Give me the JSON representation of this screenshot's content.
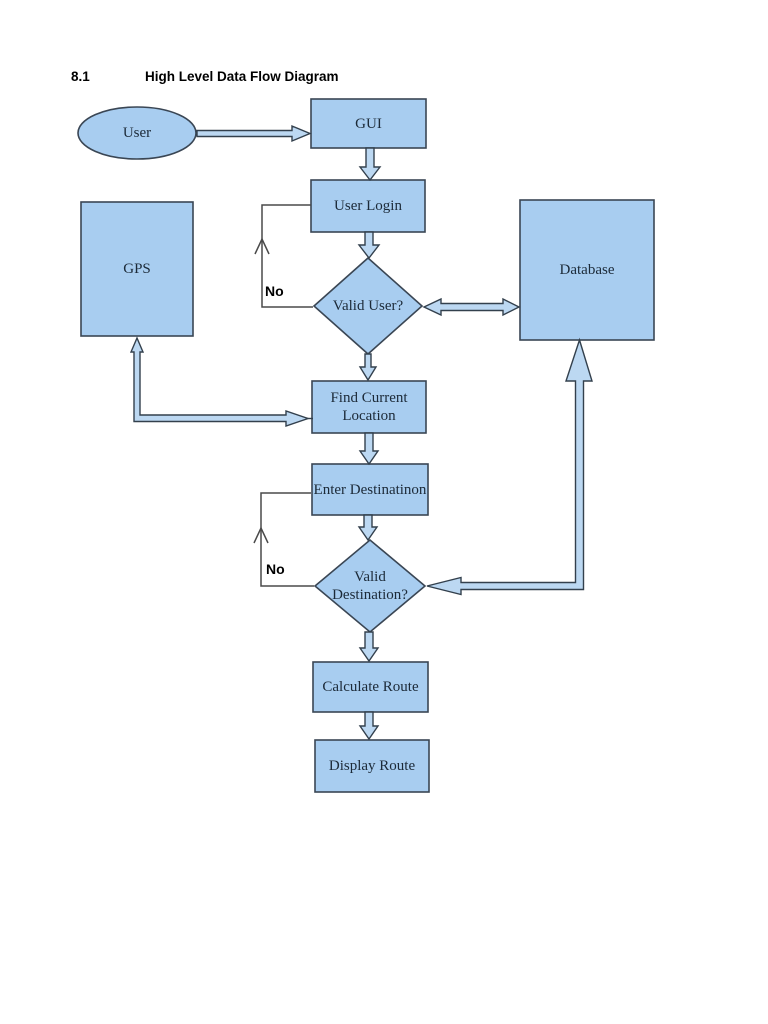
{
  "heading": {
    "number": "8.1",
    "title": "High Level Data Flow Diagram"
  },
  "nodes": {
    "user": "User",
    "gui": "GUI",
    "user_login": "User Login",
    "valid_user": "Valid User?",
    "gps": "GPS",
    "database": "Database",
    "find_current_location": "Find Current Location",
    "enter_destination": "Enter Destinatinon",
    "valid_destination": "Valid Destination?",
    "calculate_route": "Calculate Route",
    "display_route": "Display Route"
  },
  "edge_labels": {
    "no_valid_user": "No",
    "no_valid_destination": "No"
  },
  "edges": [
    {
      "from": "User",
      "to": "GUI"
    },
    {
      "from": "GUI",
      "to": "User Login"
    },
    {
      "from": "User Login",
      "to": "Valid User?"
    },
    {
      "from": "Valid User?",
      "to": "User Login",
      "label": "No"
    },
    {
      "from": "Valid User?",
      "to": "Database",
      "bidirectional": true
    },
    {
      "from": "Valid User?",
      "to": "Find Current Location"
    },
    {
      "from": "GPS",
      "to": "Find Current Location",
      "bidirectional": true
    },
    {
      "from": "Find Current Location",
      "to": "Enter Destinatinon"
    },
    {
      "from": "Enter Destinatinon",
      "to": "Valid Destination?"
    },
    {
      "from": "Valid Destination?",
      "to": "Enter Destinatinon",
      "label": "No"
    },
    {
      "from": "Valid Destination?",
      "to": "Database",
      "bidirectional": true
    },
    {
      "from": "Valid Destination?",
      "to": "Calculate Route"
    },
    {
      "from": "Calculate Route",
      "to": "Display Route"
    }
  ],
  "colors": {
    "shape_fill": "#A8CDF0",
    "arrow_fill": "#BCD8F2",
    "shape_stroke": "#3A4654",
    "loop_line": "#4A4A4A",
    "text": "#1C2A38",
    "background": "#FFFFFF"
  }
}
